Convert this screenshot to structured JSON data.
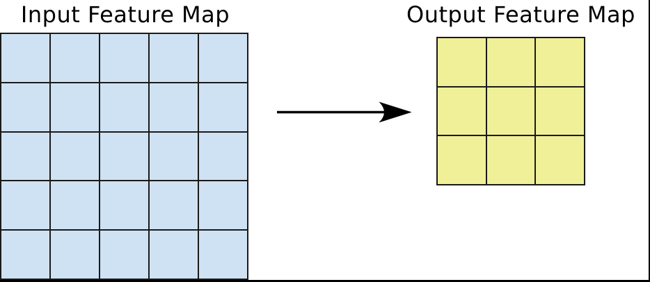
{
  "page": {
    "background_color": "#ffffff",
    "frame_border_color": "#000000",
    "text_color": "#000000"
  },
  "input_map": {
    "title": "Input Feature Map",
    "rows": 5,
    "cols": 5,
    "cell_color": "#cfe2f3",
    "grid_line_color": "#1a1a1a"
  },
  "arrow": {
    "direction": "right",
    "color": "#000000"
  },
  "output_map": {
    "title": "Output Feature Map",
    "rows": 3,
    "cols": 3,
    "cell_color": "#f0f098",
    "grid_line_color": "#1a1a1a"
  }
}
